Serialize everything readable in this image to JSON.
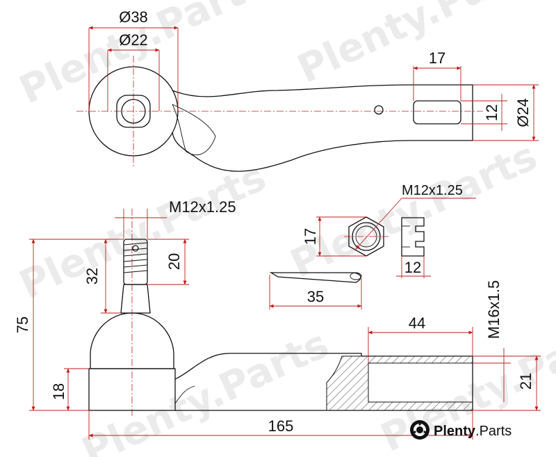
{
  "dimensions": {
    "d38": "Ø38",
    "d22": "Ø22",
    "l17_top": "17",
    "d12_top": "12",
    "d24": "Ø24",
    "thread_stud": "M12x1.25",
    "thread_nut": "M12x1.25",
    "nut_17": "17",
    "nut_12": "12",
    "pin_35": "35",
    "h32": "32",
    "h20": "20",
    "h75": "75",
    "h18": "18",
    "len44": "44",
    "thread_body": "M16x1.5",
    "d21": "21",
    "len165": "165"
  },
  "watermark": {
    "text": "Plenty.Parts"
  },
  "logo": {
    "brand": "Plenty",
    "suffix": ".Parts",
    "icon": "brake-disc-icon"
  },
  "colors": {
    "dimension_line": "#c21b1b",
    "outline": "#111111",
    "watermark": "#d4d4d4"
  }
}
